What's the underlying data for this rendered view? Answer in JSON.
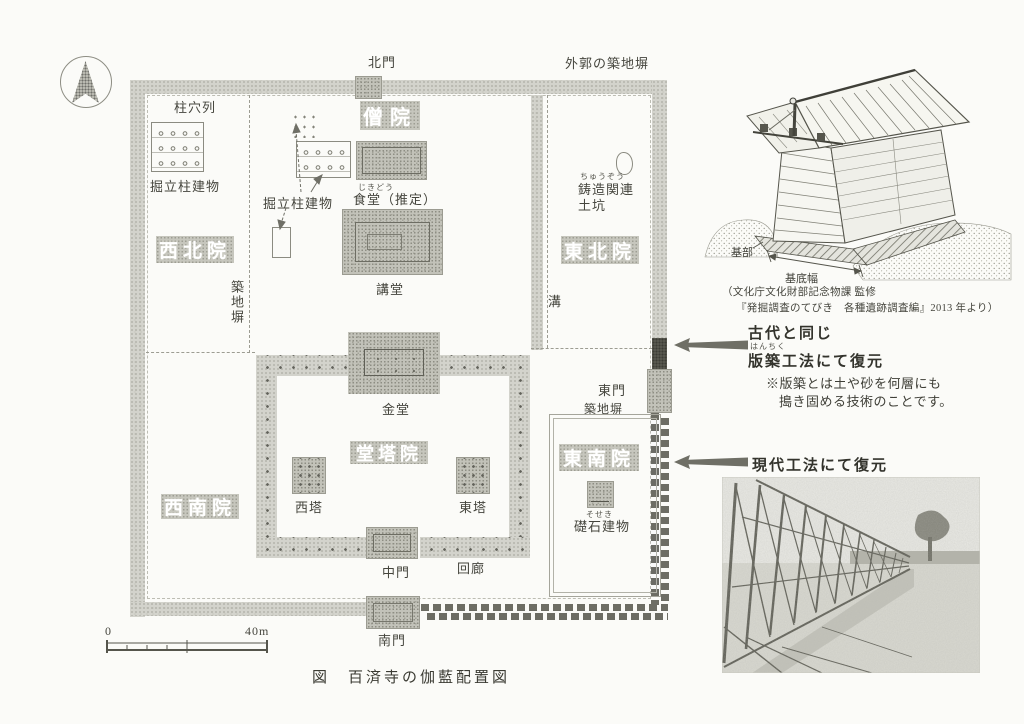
{
  "figure": {
    "caption": "図　百済寺の伽藍配置図"
  },
  "plan": {
    "gates": {
      "north": "北門",
      "middle": "中門",
      "south": "南門",
      "east": "東門"
    },
    "walls": {
      "outer": "外郭の築地塀",
      "west_inner": "築地塀",
      "east_inner": "築地塀"
    },
    "compounds": {
      "nw": "西北院",
      "ne": "東北院",
      "sw": "西南院",
      "se": "東南院",
      "central": "堂塔院",
      "monastery": "僧院"
    },
    "buildings": {
      "pillar_row": "柱穴列",
      "post_building_w": "掘立柱建物",
      "post_building_c": "掘立柱建物",
      "dining": {
        "furigana": "じきどう",
        "label": "食堂（推定）"
      },
      "lecture": "講堂",
      "golden_hall": "金堂",
      "west_pagoda": "西塔",
      "east_pagoda": "東塔",
      "corridor": "回廊",
      "casting_pit": {
        "furigana": "ちゅうぞう",
        "line1": "鋳造関連",
        "line2": "土坑"
      },
      "ditch": "溝",
      "foundation": {
        "furigana": "そせき",
        "label": "礎石建物"
      }
    },
    "scale": {
      "start": "0",
      "end": "40m"
    }
  },
  "wall_illustration": {
    "base": "基部",
    "base_width": "基底幅",
    "citation1": "（文化庁文化財部記念物課 監修",
    "citation2": "『発掘調査のてびき　各種遺跡調査編』2013 年より）"
  },
  "annotations": {
    "ancient": {
      "line1": "古代と同じ",
      "furigana": "はんちく",
      "line2": "版築工法にて復元",
      "note1": "※版築とは土や砂を何層にも",
      "note2": "搗き固める技術のことです。"
    },
    "modern": "現代工法にて復元"
  },
  "colors": {
    "paper": "#fbfbf8",
    "wall_gray": "#d3d3cc",
    "building_gray": "#c2c2b9",
    "dark_segment": "#57574e",
    "text": "#45453d",
    "arrow": "#6f6f66"
  }
}
